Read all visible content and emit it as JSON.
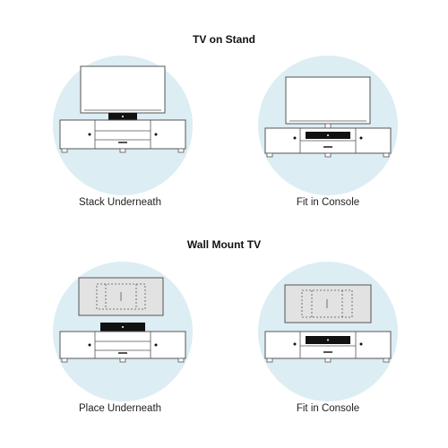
{
  "sections": [
    {
      "title": "TV on Stand",
      "scenes": [
        {
          "caption": "Stack Underneath",
          "variant": "stand-stack"
        },
        {
          "caption": "Fit in Console",
          "variant": "stand-console"
        }
      ]
    },
    {
      "title": "Wall Mount TV",
      "scenes": [
        {
          "caption": "Place Underneath",
          "variant": "wall-stack"
        },
        {
          "caption": "Fit in Console",
          "variant": "wall-console"
        }
      ]
    }
  ],
  "colors": {
    "circle": "#dcedf3",
    "line": "#555555",
    "device": "#111111",
    "white": "#ffffff",
    "wall_tv_fill": "#e2e2e2"
  }
}
